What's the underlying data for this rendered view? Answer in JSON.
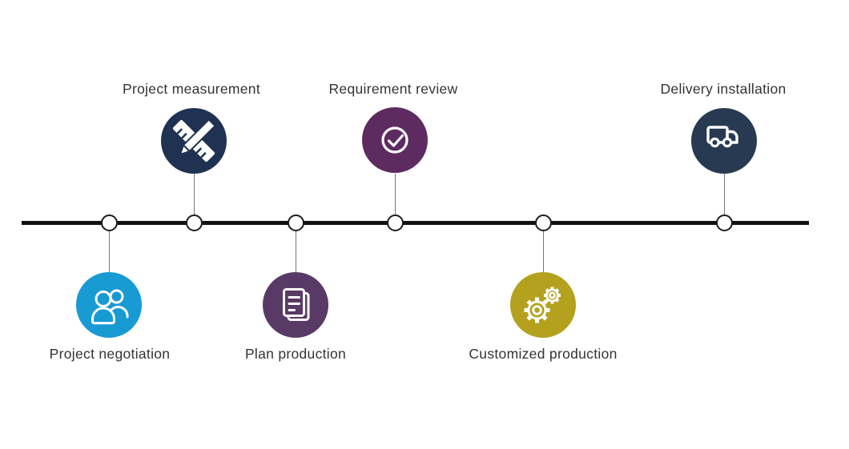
{
  "diagram": {
    "type": "process-timeline",
    "timeline_color": "#111111",
    "connector_color": "#787878",
    "node_fill": "#ffffff",
    "node_border": "#1b1b1b",
    "label_color": "#333333",
    "steps": [
      {
        "label": "Project negotiation",
        "icon": "people-icon",
        "color": "#189AD3",
        "side": "below"
      },
      {
        "label": "Project measurement",
        "icon": "ruler-pencil-icon",
        "color": "#1F3252",
        "side": "above"
      },
      {
        "label": "Plan production",
        "icon": "documents-icon",
        "color": "#593A67",
        "side": "below"
      },
      {
        "label": "Requirement review",
        "icon": "check-circle-icon",
        "color": "#5E2B60",
        "side": "above"
      },
      {
        "label": "Customized production",
        "icon": "gears-icon",
        "color": "#B4A11E",
        "side": "below"
      },
      {
        "label": "Delivery installation",
        "icon": "truck-icon",
        "color": "#273A52",
        "side": "above"
      }
    ]
  }
}
